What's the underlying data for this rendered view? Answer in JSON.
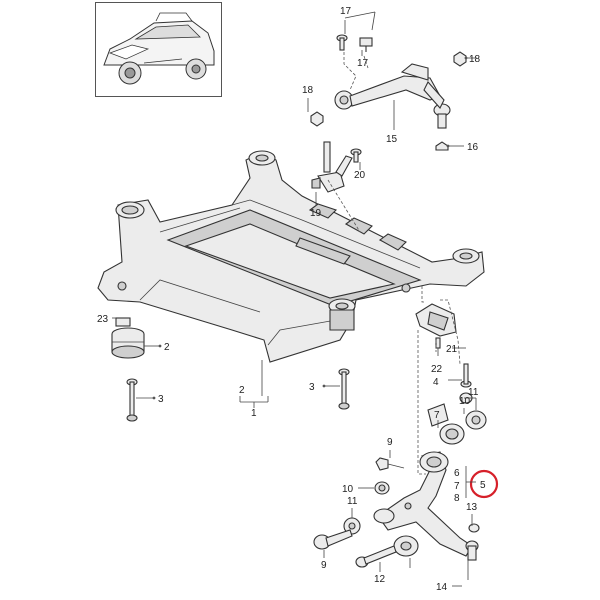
{
  "diagram": {
    "callouts": {
      "c1": "1",
      "c2a": "2",
      "c2b": "2",
      "c3a": "3",
      "c3b": "3",
      "c4": "4",
      "c5": "5",
      "c6": "6",
      "c7a": "7",
      "c7b": "7",
      "c8": "8",
      "c9a": "9",
      "c9b": "9",
      "c10a": "10",
      "c10b": "10",
      "c11a": "11",
      "c11b": "11",
      "c12": "12",
      "c13": "13",
      "c14": "14",
      "c15": "15",
      "c16": "16",
      "c17a": "17",
      "c17b": "17",
      "c18a": "18",
      "c18b": "18",
      "c19": "19",
      "c20": "20",
      "c21": "21",
      "c22": "22",
      "c23": "23"
    },
    "highlighted_callout": "5",
    "colors": {
      "highlight": "#d6202a",
      "line": "#333333",
      "part_fill": "#ececec"
    }
  }
}
